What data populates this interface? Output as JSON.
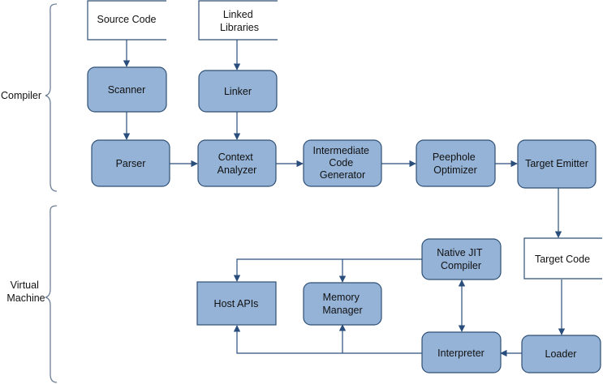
{
  "groups": {
    "compiler": {
      "label": [
        "Compiler"
      ]
    },
    "virtual_machine": {
      "label": [
        "Virtual",
        "Machine"
      ]
    }
  },
  "nodes": {
    "source_code": {
      "label": [
        "Source Code"
      ]
    },
    "linked_libraries": {
      "label": [
        "Linked",
        "Libraries"
      ]
    },
    "scanner": {
      "label": [
        "Scanner"
      ]
    },
    "linker": {
      "label": [
        "Linker"
      ]
    },
    "parser": {
      "label": [
        "Parser"
      ]
    },
    "context_analyzer": {
      "label": [
        "Context",
        "Analyzer"
      ]
    },
    "intermediate_code_generator": {
      "label": [
        "Intermediate",
        "Code",
        "Generator"
      ]
    },
    "peephole_optimizer": {
      "label": [
        "Peephole",
        "Optimizer"
      ]
    },
    "target_emitter": {
      "label": [
        "Target Emitter"
      ]
    },
    "target_code": {
      "label": [
        "Target Code"
      ]
    },
    "native_jit_compiler": {
      "label": [
        "Native JIT",
        "Compiler"
      ]
    },
    "host_apis": {
      "label": [
        "Host APIs"
      ]
    },
    "memory_manager": {
      "label": [
        "Memory",
        "Manager"
      ]
    },
    "interpreter": {
      "label": [
        "Interpreter"
      ]
    },
    "loader": {
      "label": [
        "Loader"
      ]
    }
  },
  "colors": {
    "process_fill": "#95b3d7",
    "process_stroke": "#2f4f74",
    "doc_stroke": "#2f4f74",
    "edge": "#2a4e7c",
    "brace": "#6d7f96"
  }
}
